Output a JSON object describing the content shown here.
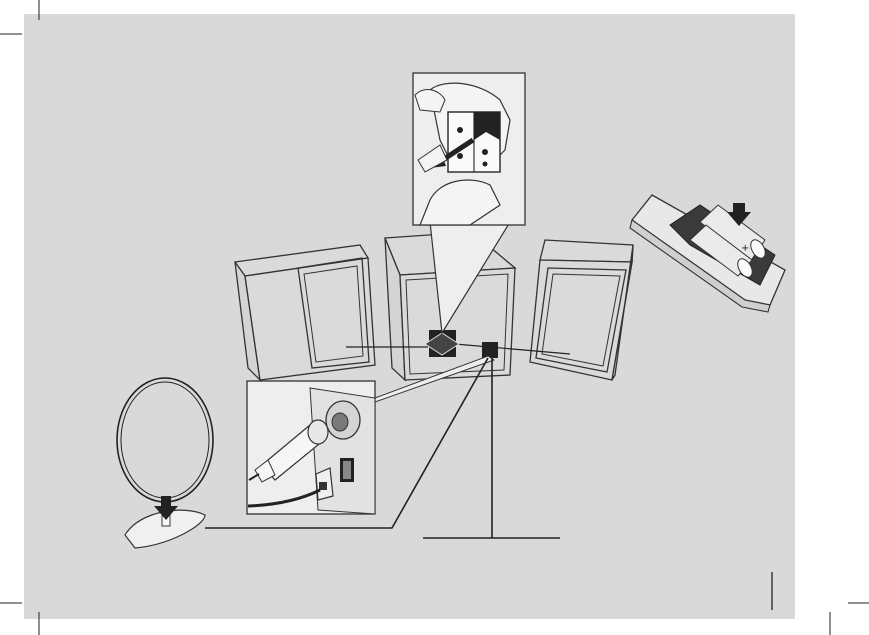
{
  "page": {
    "background_color": "#d9d9d9",
    "margin_color": "#ffffff",
    "line_color": "#222222",
    "inset_fill": "#eeeeee",
    "speaker_fill": "#dadada"
  },
  "items": [
    {
      "name": "rear-speaker-connection-inset",
      "icon": "speaker-terminal-closeup-icon"
    },
    {
      "name": "remote-battery-illustration",
      "icon": "remote-control-icon"
    },
    {
      "name": "left-speaker",
      "icon": "speaker-icon"
    },
    {
      "name": "main-unit",
      "icon": "main-unit-icon"
    },
    {
      "name": "right-speaker",
      "icon": "speaker-icon"
    },
    {
      "name": "antenna-connection-inset",
      "icon": "antenna-jack-closeup-icon"
    },
    {
      "name": "loop-antenna",
      "icon": "loop-antenna-icon"
    }
  ]
}
